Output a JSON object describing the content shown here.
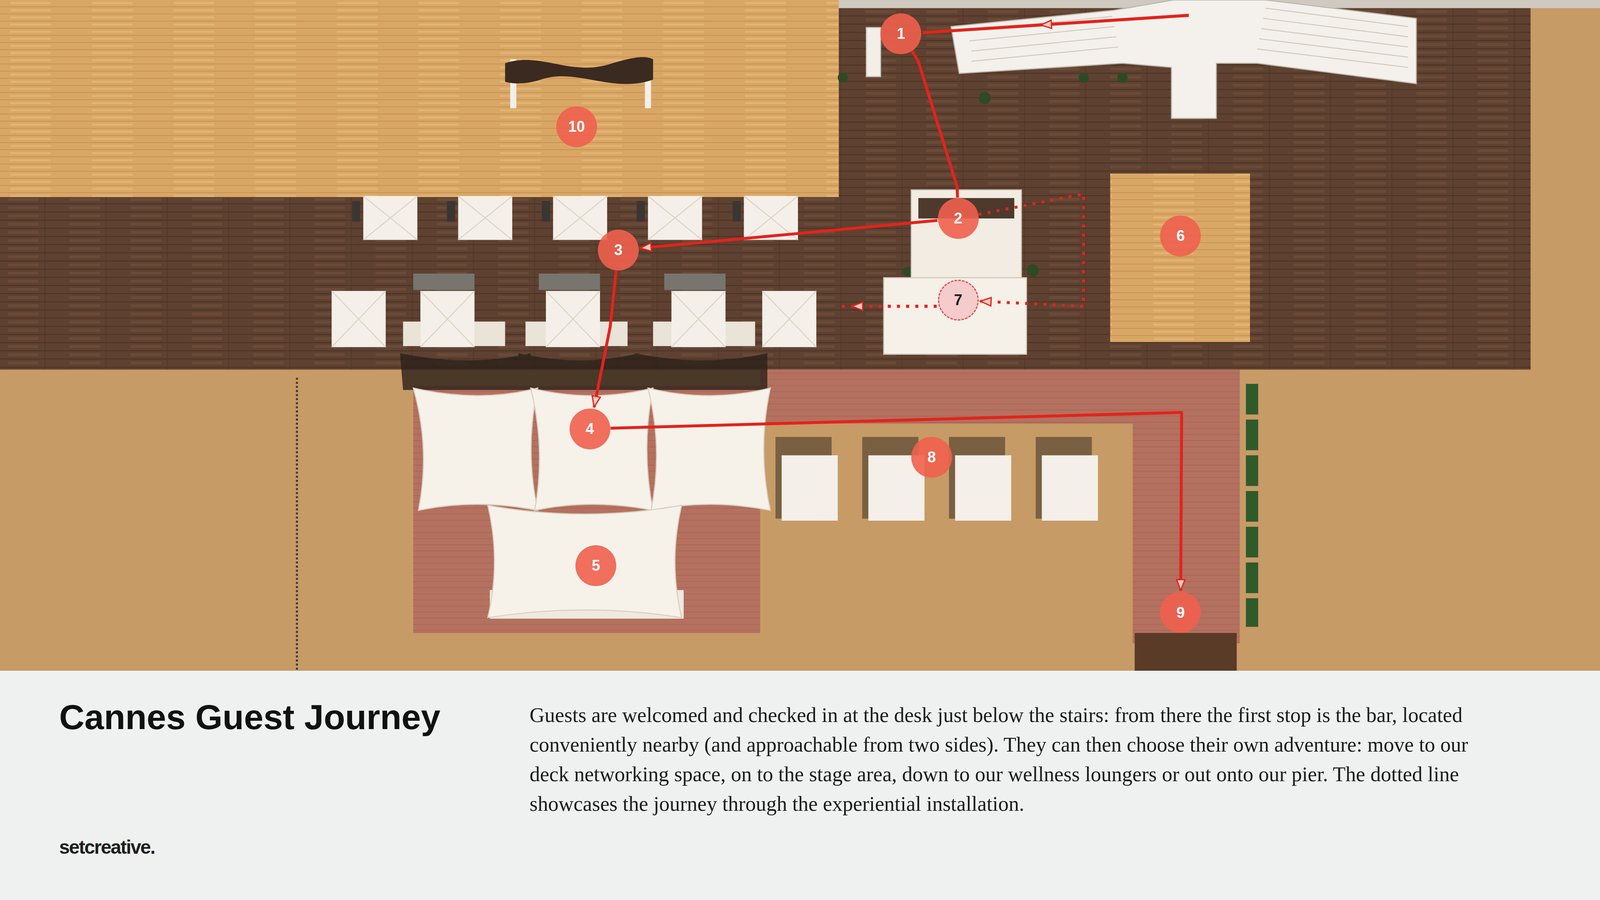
{
  "diagram": {
    "title": "Cannes Guest Journey",
    "caption": "Guests are welcomed and checked in at the desk just below the stairs: from there the first stop is the bar, located conveniently nearby (and approachable from two sides). They can then choose their own adventure: move to our deck networking space, on to the stage area, down to our wellness loungers or out onto our pier. The dotted line showcases the journey through the experiential installation.",
    "nodes": [
      {
        "text": [
          "1"
        ]
      },
      {
        "text": [
          "2"
        ]
      },
      {
        "text": [
          "3"
        ]
      },
      {
        "text": [
          "4"
        ]
      },
      {
        "text": [
          "5"
        ]
      },
      {
        "text": [
          "6"
        ]
      },
      {
        "text": [
          "7"
        ]
      },
      {
        "text": [
          "8"
        ]
      },
      {
        "text": [
          "9"
        ]
      },
      {
        "text": [
          "10"
        ]
      }
    ],
    "edges": [
      {
        "from": 0,
        "to": 1,
        "arrow": "none"
      },
      {
        "from": 1,
        "to": 2,
        "arrow": "to"
      },
      {
        "from": 2,
        "to": 3,
        "arrow": "to"
      },
      {
        "from": 3,
        "to": 8,
        "arrow": "to"
      },
      {
        "from": 1,
        "to": 6,
        "arrow": "to"
      }
    ],
    "labels": [
      "setcreative."
    ]
  }
}
